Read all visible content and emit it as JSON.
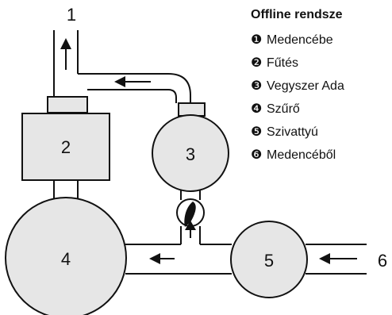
{
  "diagram": {
    "labels": {
      "out_arrow": "1",
      "heater": "2",
      "chem": "3",
      "filter": "4",
      "pump": "5",
      "in_arrow": "6"
    }
  },
  "legend": {
    "title": "Offline rendsze",
    "items": [
      {
        "num": "❶",
        "text": "Medencébe"
      },
      {
        "num": "❷",
        "text": "Fűtés"
      },
      {
        "num": "❸",
        "text": "Vegyszer Ada"
      },
      {
        "num": "❹",
        "text": "Szűrő"
      },
      {
        "num": "❺",
        "text": "Szivattyú"
      },
      {
        "num": "❻",
        "text": "Medencéből"
      }
    ]
  }
}
